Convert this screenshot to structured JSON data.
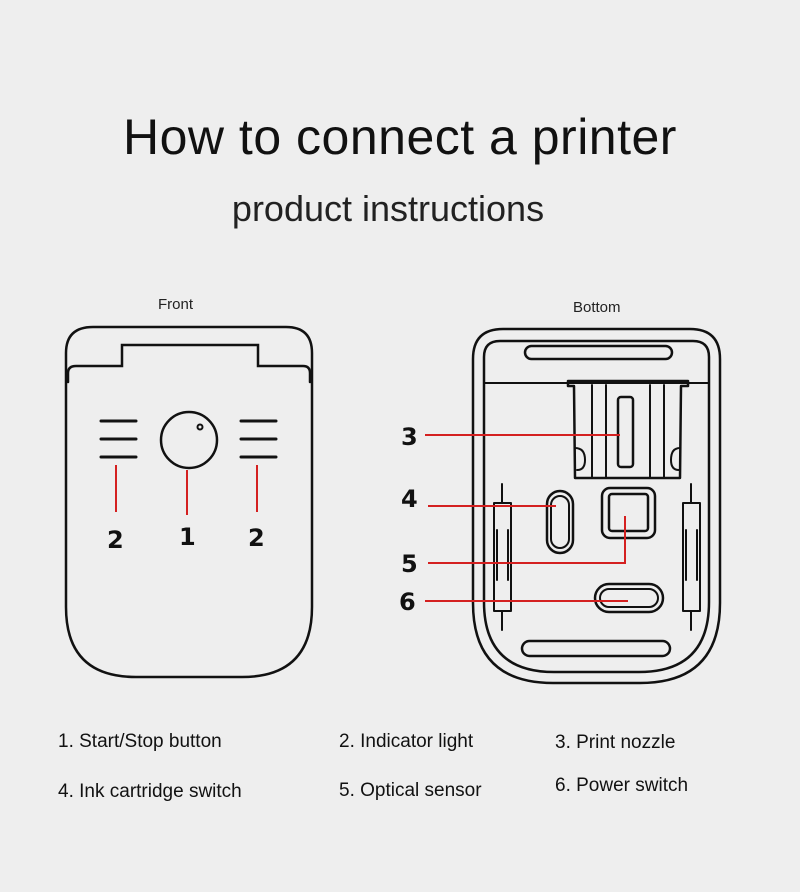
{
  "title": "How to connect a printer",
  "subtitle": "product instructions",
  "views": {
    "front": "Front",
    "bottom": "Bottom"
  },
  "callouts": {
    "front_left": "2",
    "front_center": "1",
    "front_right": "2",
    "nozzle": "3",
    "cartridge": "4",
    "sensor": "5",
    "power": "6"
  },
  "legend": [
    "1. Start/Stop button",
    "2. Indicator light",
    "3. Print nozzle",
    "4. Ink cartridge switch",
    "5. Optical sensor",
    "6. Power switch"
  ],
  "colors": {
    "leader_line": "#d42020",
    "outline": "#111111",
    "background": "#eeeeee"
  }
}
